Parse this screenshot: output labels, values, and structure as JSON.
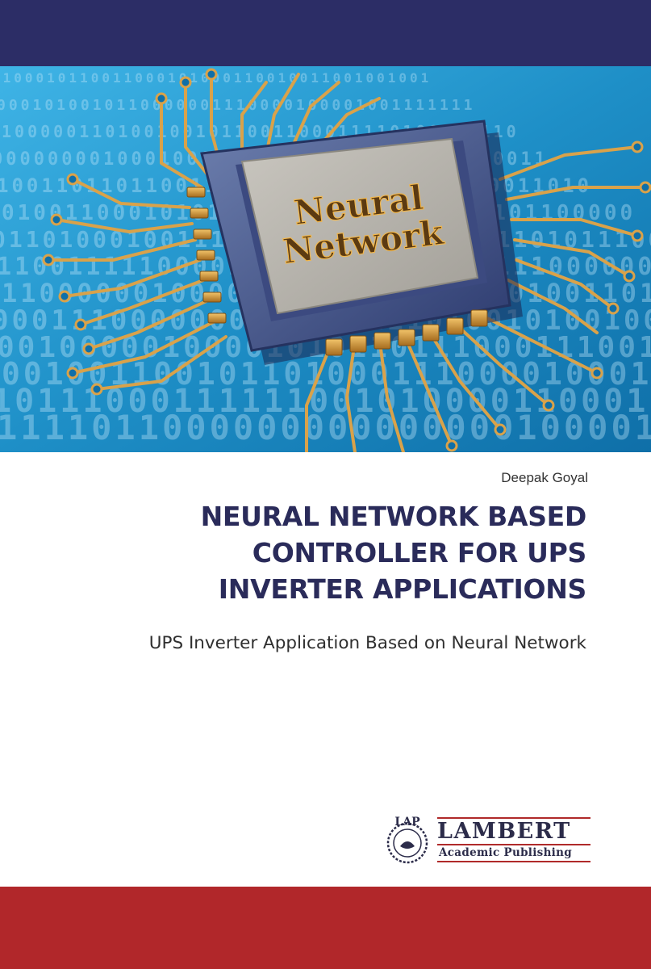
{
  "cover": {
    "image_text_line1": "Neural",
    "image_text_line2": "Network",
    "author": "Deepak Goyal",
    "title_lines": [
      "NEURAL NETWORK BASED",
      "CONTROLLER FOR UPS",
      "INVERTER APPLICATIONS"
    ],
    "subtitle": "UPS Inverter Application Based on Neural Network"
  },
  "publisher": {
    "seal": "LAP",
    "name": "LAMBERT",
    "tagline": "Academic Publishing"
  },
  "colors": {
    "top_band": "#2c2d66",
    "bottom_band": "#b1272a",
    "title": "#2a2b5a",
    "circuit_bg": "#1e8fc7",
    "trace_gold": "#d9a24a"
  }
}
